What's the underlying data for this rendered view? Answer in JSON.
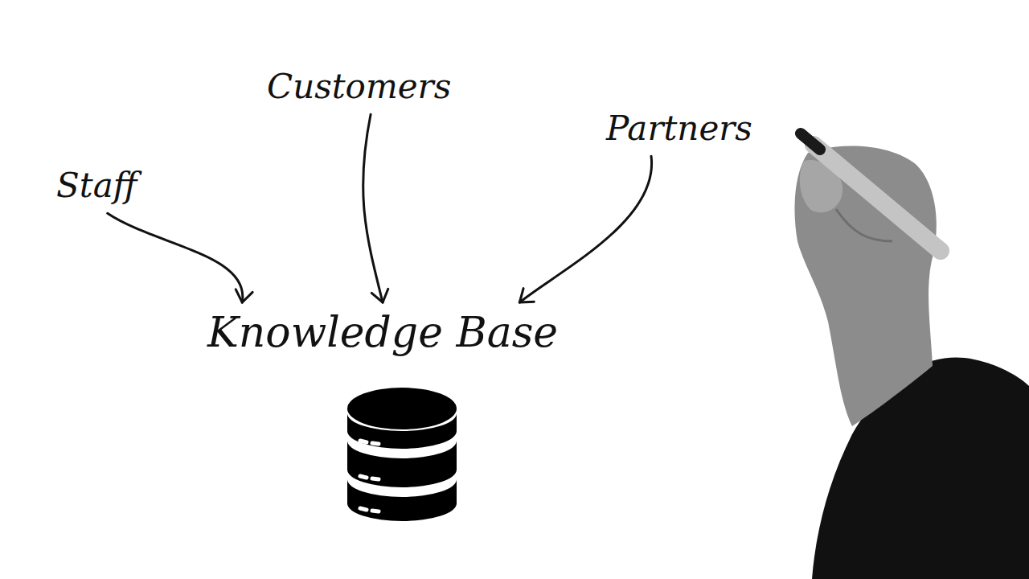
{
  "diagram": {
    "nodes": [
      {
        "text": [
          "Staff"
        ]
      },
      {
        "text": [
          "Customers"
        ]
      },
      {
        "text": [
          "Partners"
        ]
      },
      {
        "text": [
          "Knowledge Base"
        ]
      }
    ],
    "edges": [
      {
        "from": 0,
        "to": 3,
        "arrow": "to"
      },
      {
        "from": 1,
        "to": 3,
        "arrow": "to"
      },
      {
        "from": 2,
        "to": 3,
        "arrow": "to"
      }
    ]
  }
}
